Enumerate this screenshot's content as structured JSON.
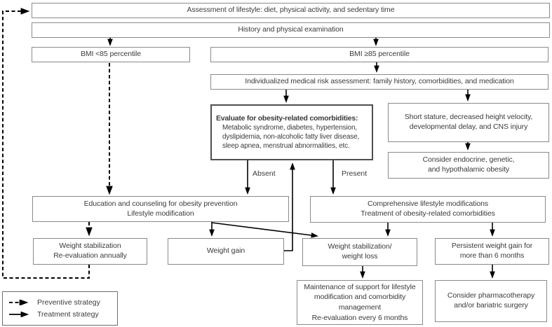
{
  "nodes": {
    "assessment": {
      "lines": [
        "Assessment of lifestyle: diet, physical activity, and sedentary time"
      ]
    },
    "history": {
      "lines": [
        "History and physical examination"
      ]
    },
    "bmi_low": {
      "lines": [
        "BMI <85 percentile"
      ]
    },
    "bmi_high": {
      "lines": [
        "BMI ≥85 percentile"
      ]
    },
    "risk": {
      "lines": [
        "Individualized medical risk assessment: family history, comorbidities, and medication"
      ]
    },
    "evaluate": {
      "heading": "Evaluate for obesity-related comorbidities:",
      "lines": [
        "Metabolic syndrome, diabetes, hypertension,",
        "dyslipidemia, non-alcoholic fatty liver disease,",
        "sleep apnea, menstrual abnormalities, etc."
      ]
    },
    "short_stature": {
      "lines": [
        "Short stature, decreased height velocity,",
        "developmental delay, and CNS injury"
      ]
    },
    "endocrine": {
      "lines": [
        "Consider endocrine, genetic,",
        "and hypothalamic obesity"
      ]
    },
    "education": {
      "lines": [
        "Education and counseling for obesity prevention",
        "Lifestyle modification"
      ]
    },
    "comprehensive": {
      "lines": [
        "Comprehensive lifestyle modifications",
        "Treatment of obesity-related comorbidities"
      ]
    },
    "weight_stab_annual": {
      "lines": [
        "Weight stabilization",
        "Re-evaluation annually"
      ]
    },
    "weight_gain": {
      "lines": [
        "Weight gain"
      ]
    },
    "weight_stab_loss": {
      "lines": [
        "Weight stabilization/",
        "weight loss"
      ]
    },
    "persistent": {
      "lines": [
        "Persistent weight gain for",
        "more than 6 months"
      ]
    },
    "maintenance": {
      "lines": [
        "Maintenance of support for lifestyle",
        "modification and comorbidity",
        "management",
        "Re-evaluation every 6 months"
      ]
    },
    "pharmaco": {
      "lines": [
        "Consider pharmacotherapy",
        "and/or bariatric surgery"
      ]
    }
  },
  "edge_labels": {
    "absent": "Absent",
    "present": "Present"
  },
  "legend": {
    "items": [
      {
        "style": "dashed",
        "label": "Preventive strategy"
      },
      {
        "style": "solid",
        "label": "Treatment strategy"
      }
    ]
  },
  "colors": {
    "background": "#ffffff",
    "box_border": "#8a8a8a",
    "evaluate_border": "#4f4f4f",
    "arrow": "#000000",
    "text": "#3b3b3b"
  }
}
